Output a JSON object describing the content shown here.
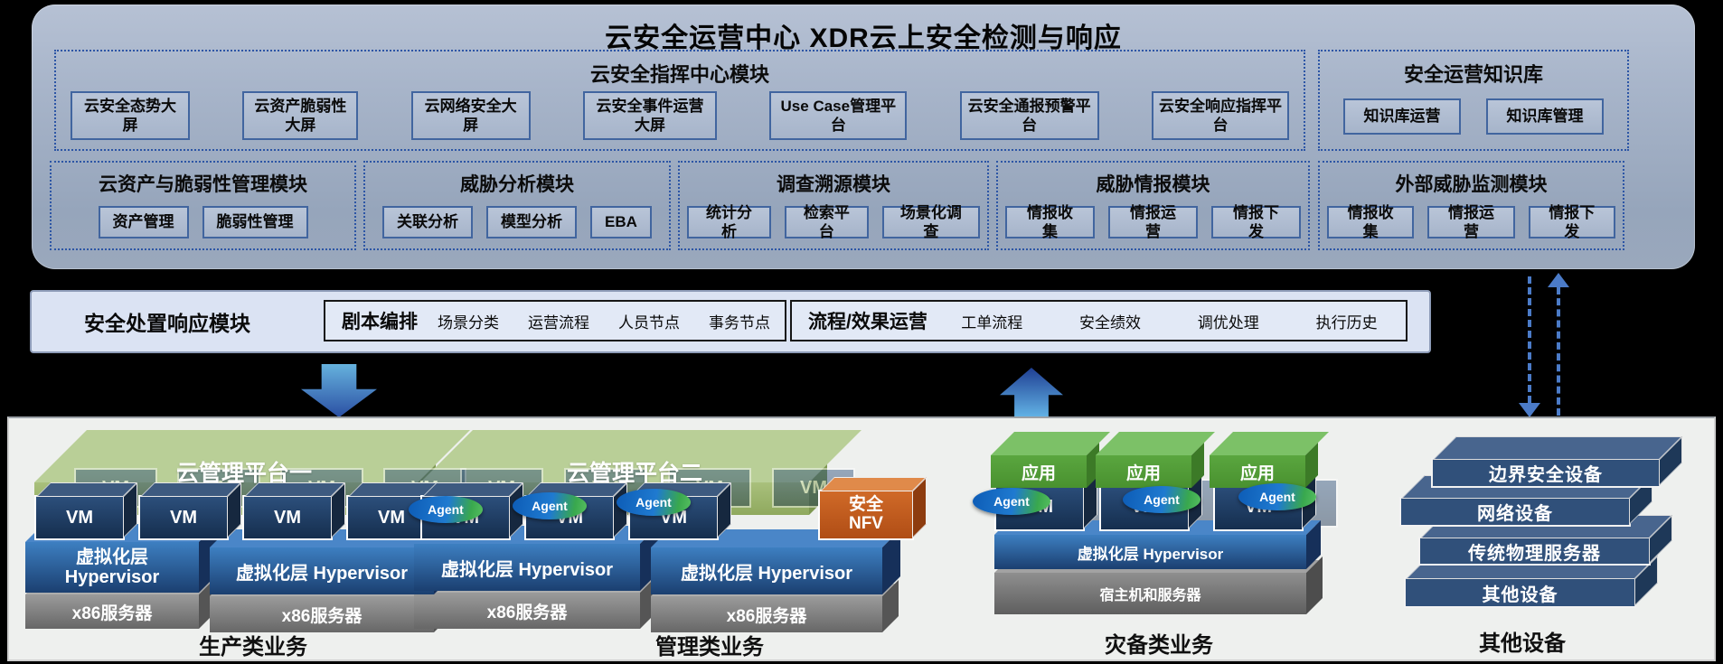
{
  "title": "云安全运营中心 XDR云上安全检测与响应",
  "command_center": {
    "title": "云安全指挥中心模块",
    "buttons": [
      "云安全态势大屏",
      "云资产脆弱性大屏",
      "云网络安全大屏",
      "云安全事件运营大屏",
      "Use Case管理平台",
      "云安全通报预警平台",
      "云安全响应指挥平台"
    ]
  },
  "knowledge_base": {
    "title": "安全运营知识库",
    "buttons": [
      "知识库运营",
      "知识库管理"
    ]
  },
  "modules": [
    {
      "title": "云资产与脆弱性管理模块",
      "buttons": [
        "资产管理",
        "脆弱性管理"
      ]
    },
    {
      "title": "威胁分析模块",
      "buttons": [
        "关联分析",
        "模型分析",
        "EBA"
      ]
    },
    {
      "title": "调查溯源模块",
      "buttons": [
        "统计分析",
        "检索平台",
        "场景化调查"
      ]
    },
    {
      "title": "威胁情报模块",
      "buttons": [
        "情报收集",
        "情报运营",
        "情报下发"
      ]
    },
    {
      "title": "外部威胁监测模块",
      "buttons": [
        "情报收集",
        "情报运营",
        "情报下发"
      ]
    }
  ],
  "response_bar": {
    "title": "安全处置响应模块",
    "groups": [
      {
        "title": "剧本编排",
        "items": [
          "场景分类",
          "运营流程",
          "人员节点",
          "事务节点"
        ]
      },
      {
        "title": "流程/效果运营",
        "items": [
          "工单流程",
          "安全绩效",
          "调优处理",
          "执行历史"
        ]
      }
    ]
  },
  "platforms": {
    "production": "云管理平台一",
    "management": "云管理平台二"
  },
  "labels": {
    "vm": "VM",
    "agent": "Agent",
    "app": "应用",
    "hypervisor": "虚拟化层 Hypervisor",
    "hypervisor_two_line": "虚拟化层\nHypervisor",
    "x86": "x86服务器",
    "host": "宿主机和服务器",
    "nfv": "安全\nNFV"
  },
  "groups": {
    "production": "生产类业务",
    "management": "管理类业务",
    "disaster": "灾备类业务",
    "others": "其他设备"
  },
  "other_devices": [
    "边界安全设备",
    "网络设备",
    "传统物理服务器",
    "其他设备"
  ],
  "colors": {
    "dotted_border": "#2c55a5",
    "panel_blue_gray": "#a8b5ca",
    "response_bar_bg": "#dbe3f3",
    "arrow_blue": "#4b7bc8",
    "vm_navy": "#1d3a5f",
    "platform_green": "#a2bb72",
    "app_green": "#54a03c",
    "hypervisor_blue": "#2d6fb8",
    "server_gray": "#7a7a7a",
    "nfv_orange": "#c2571c",
    "agent_blue": "#1f7ad0",
    "agent_green": "#39a84e",
    "device_navy": "#30507a"
  }
}
